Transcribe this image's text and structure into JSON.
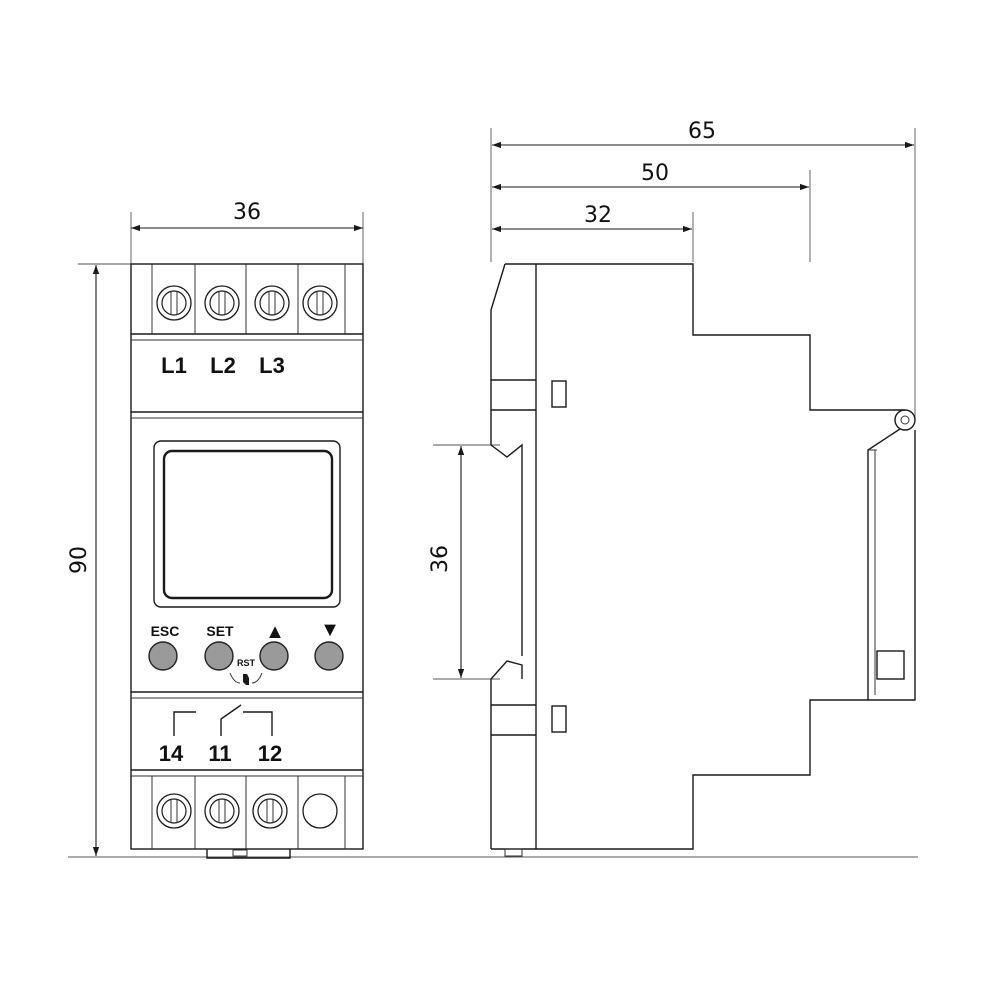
{
  "dimensions": {
    "front_width": "36",
    "front_height": "90",
    "depth_total": "65",
    "depth_mid": "50",
    "depth_front": "32",
    "rail_height": "36"
  },
  "front_panel": {
    "input_terminals": [
      "L1",
      "L2",
      "L3"
    ],
    "output_terminals": [
      "14",
      "11",
      "12"
    ],
    "buttons": [
      "ESC",
      "SET",
      "▲",
      "▼"
    ],
    "reset_label": "RST"
  }
}
